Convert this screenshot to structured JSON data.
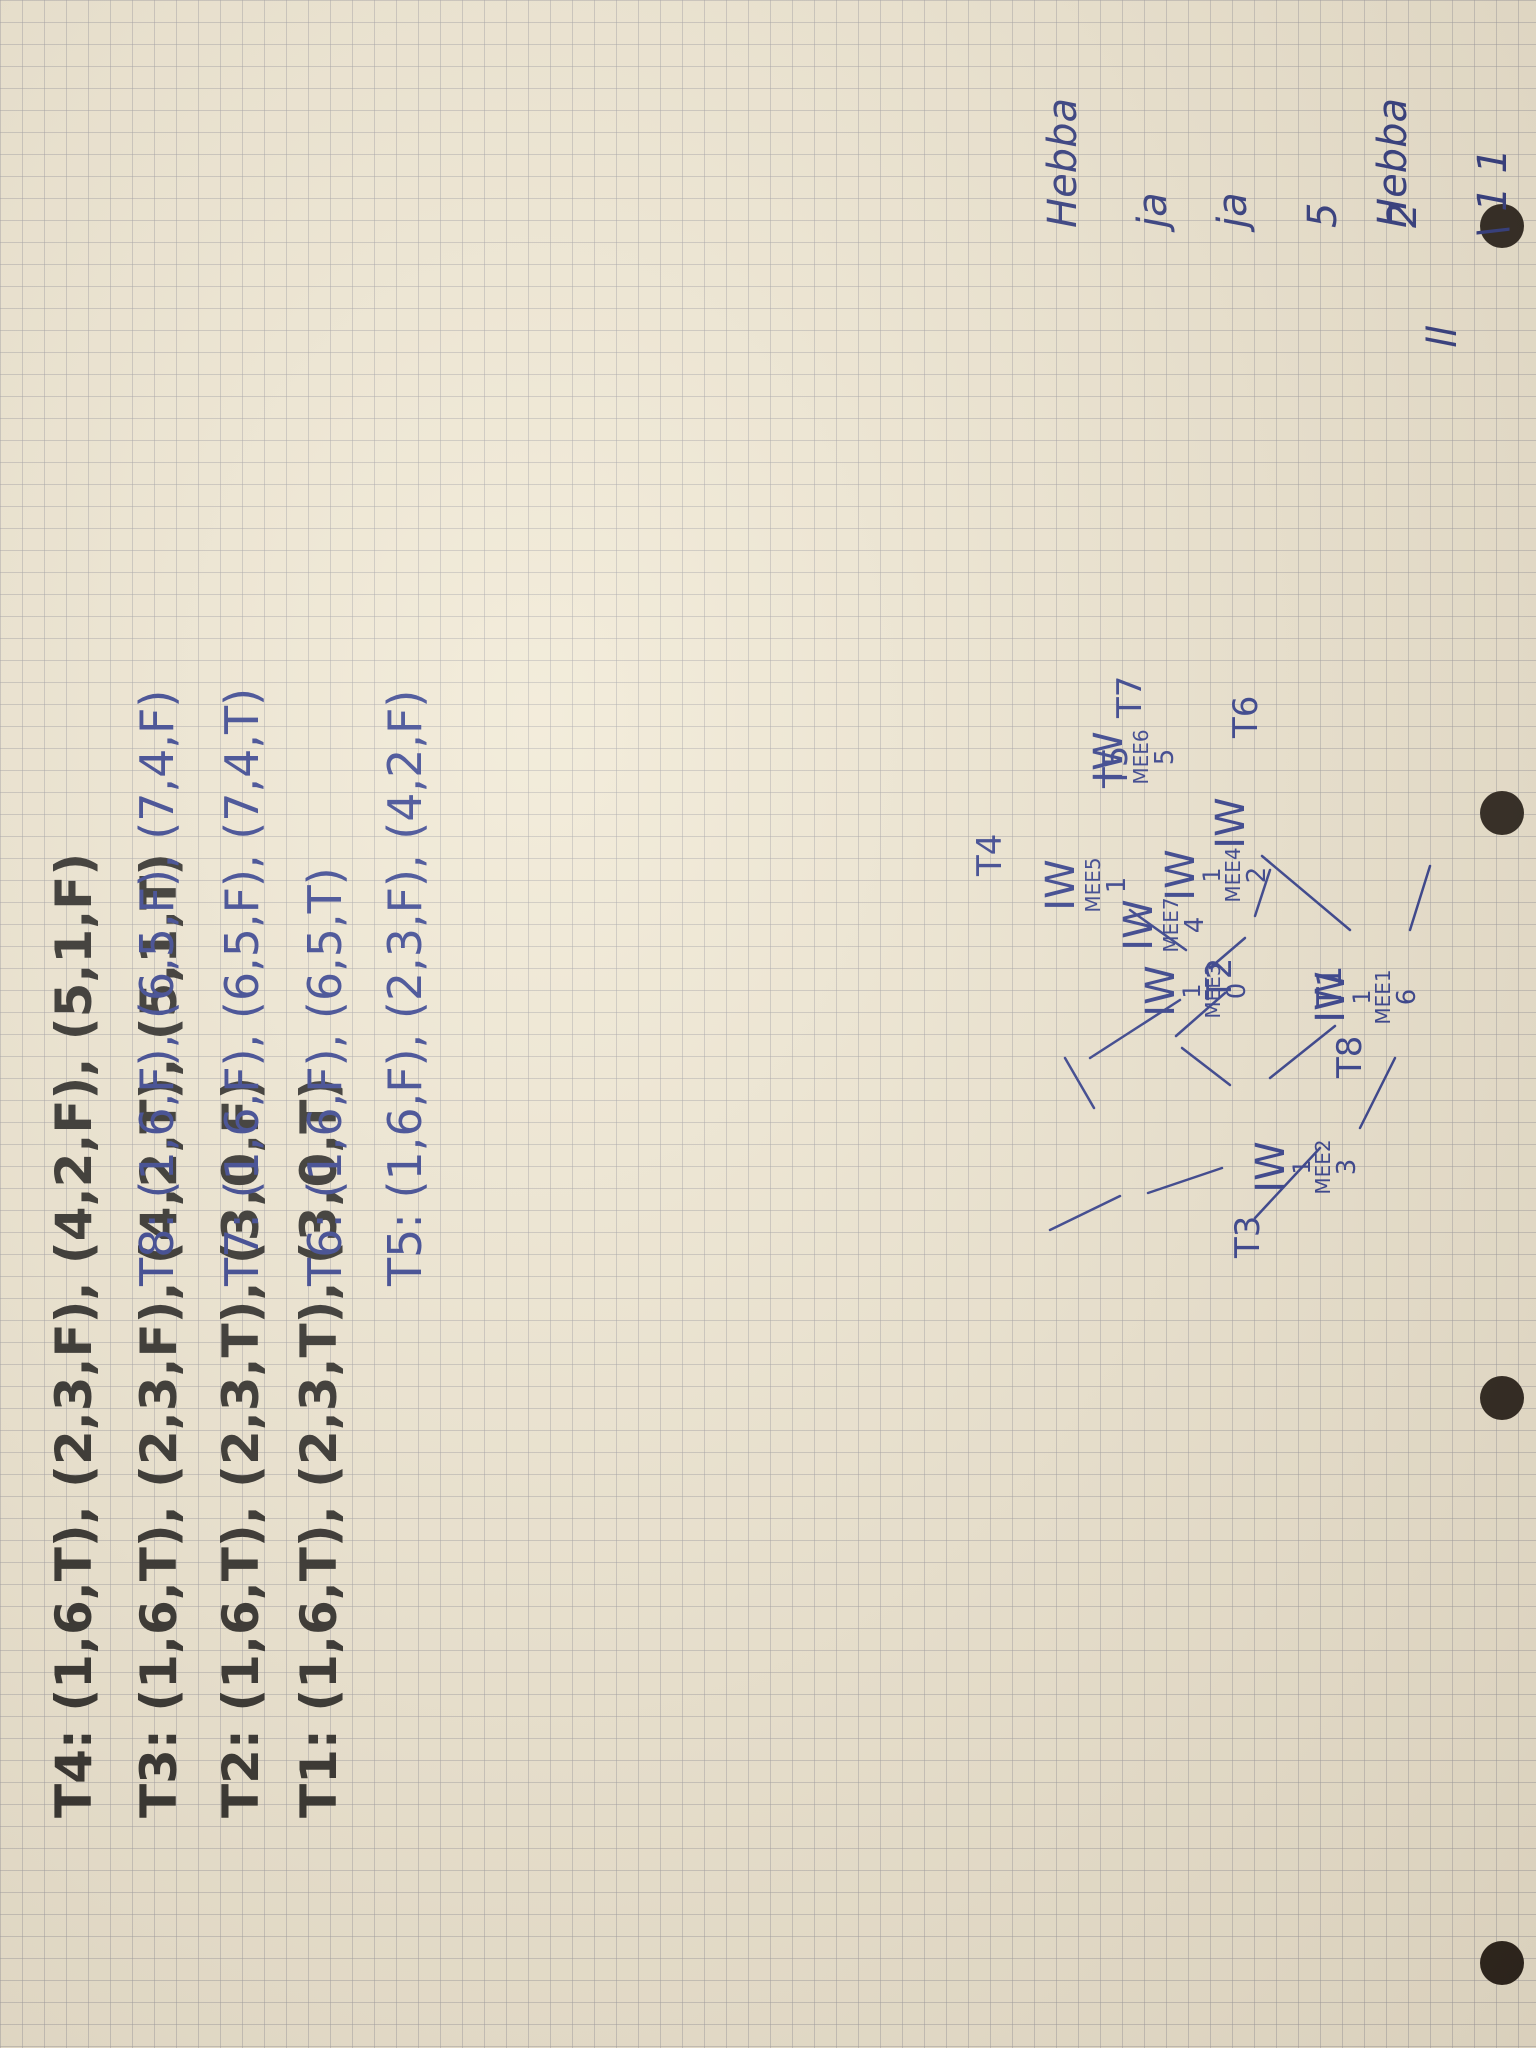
{
  "black_tests": [
    {
      "label": "T1:",
      "values": "(1,6,T), (2,3,T), (3,0,T)"
    },
    {
      "label": "T2:",
      "values": "(1,6,T), (2,3,T), (3,0,F)"
    },
    {
      "label": "T3:",
      "values": "(1,6,T), (2,3,F), (4,2,T), (5,1,T)"
    },
    {
      "label": "T4:",
      "values": "(1,6,T), (2,3,F), (4,2,F), (5,1,F)"
    }
  ],
  "blue_tests": [
    {
      "label": "T5:",
      "values": "(1,6,F), (2,3,F), (4,2,F)"
    },
    {
      "label": "T6:",
      "values": "(1,6,F), (6,5,T)"
    },
    {
      "label": "T7:",
      "values": "(1,6,F), (6,5,F), (7,4,T)"
    },
    {
      "label": "T8:",
      "values": "(1,6,F), (6,5,F), (7,4,F)"
    }
  ],
  "tree": {
    "nodes": [
      {
        "label": "IW",
        "tick": "1",
        "mer": "MEE1",
        "count": "6"
      },
      {
        "label": "IW",
        "tick": "1",
        "mer": "MEE2",
        "count": "3"
      },
      {
        "label": "IW",
        "tick": "1",
        "mer": "MEE3",
        "count": "0"
      },
      {
        "label": "IW",
        "tick": "1",
        "mer": "MEE4",
        "count": "2"
      },
      {
        "label": "IW",
        "tick": "",
        "mer": "MEE6",
        "count": "5"
      },
      {
        "label": "IW",
        "tick": "",
        "mer": "MEE5",
        "count": "1"
      },
      {
        "label": "IW",
        "tick": "",
        "mer": "MEE7",
        "count": "4"
      },
      {
        "label": "IW",
        "tick": "",
        "mer": "",
        "count": ""
      }
    ],
    "leaves": [
      "T1",
      "T2",
      "T3",
      "T4",
      "T5",
      "T6",
      "T7",
      "T8",
      "",
      ""
    ]
  },
  "margin_notes": [
    "\\ 1 1",
    "2",
    "5",
    "ja",
    "ja",
    "Hebba",
    "Hebba",
    "ll"
  ]
}
